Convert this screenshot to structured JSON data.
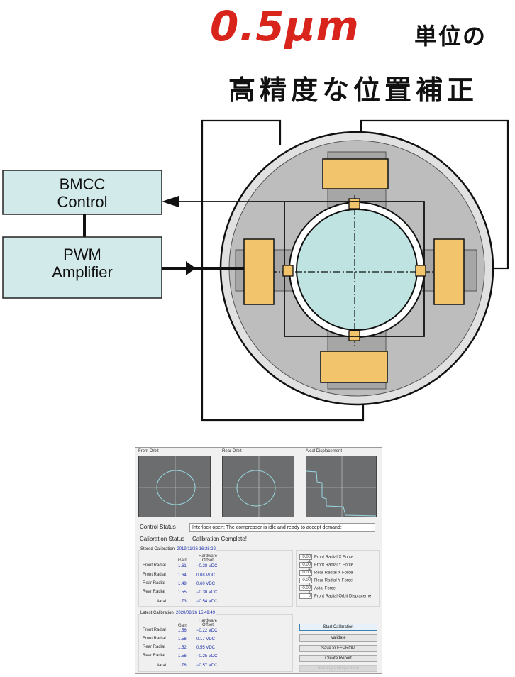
{
  "headline": {
    "big": "0.5μm",
    "suffix": "単位の",
    "sub": "高精度な位置補正"
  },
  "diagram": {
    "bmcc": [
      "BMCC",
      "Control"
    ],
    "pwm": [
      "PWM",
      "Amplifier"
    ]
  },
  "panel": {
    "plots": {
      "front": "Front Orbit",
      "rear": "Rear Orbit",
      "axial": "Axial Displacement"
    },
    "control_status_label": "Control Status",
    "control_status_value": "Interlock open; The compressor is idle and ready to accept demand;",
    "calibration_status_label": "Calibration Status",
    "calibration_status_value": "Calibration Complete!",
    "stored": {
      "title": "Stored Calibration",
      "date": "2019/11/26 16:28:22",
      "gain_header": "Gain",
      "offset_header": [
        "Hardware",
        "Offset"
      ],
      "rows": [
        {
          "label": "Front Radial",
          "gain": "1.61",
          "offset": "−0.28 VDC"
        },
        {
          "label": "Front Radial",
          "gain": "1.64",
          "offset": "0.08 VDC"
        },
        {
          "label": "Rear Radial",
          "gain": "1.49",
          "offset": "0.60 VDC"
        },
        {
          "label": "Rear Radial",
          "gain": "1.55",
          "offset": "−0.30 VDC"
        },
        {
          "label": "Axial",
          "gain": "1.73",
          "offset": "−0.54 VDC"
        }
      ]
    },
    "latest": {
      "title": "Latest Calibration",
      "date": "2020/08/26 15:49:49",
      "gain_header": "Gain",
      "offset_header": [
        "Hardware",
        "Offset"
      ],
      "rows": [
        {
          "label": "Front Radial",
          "gain": "1.56",
          "offset": "−0.22 VDC"
        },
        {
          "label": "Front Radial",
          "gain": "1.56",
          "offset": "0.17 VDC"
        },
        {
          "label": "Rear Radial",
          "gain": "1.52",
          "offset": "0.55 VDC"
        },
        {
          "label": "Rear Radial",
          "gain": "1.56",
          "offset": "−0.25 VDC"
        },
        {
          "label": "Axial",
          "gain": "1.78",
          "offset": "−0.57 VDC"
        }
      ]
    },
    "forces": [
      {
        "value": "0.00 A",
        "label": "Front Radial X Force"
      },
      {
        "value": "0.00 A",
        "label": "Front Radial Y Force"
      },
      {
        "value": "0.00 A",
        "label": "Rear Radial X Force"
      },
      {
        "value": "0.00 A",
        "label": "Rear Radial Y Force"
      },
      {
        "value": "0.00 A",
        "label": "Axial Force"
      },
      {
        "value": "0",
        "label": "Front Radial Orbit Displaceme"
      }
    ],
    "buttons": {
      "start": "Start Calibration",
      "validate": "Validate",
      "save": "Save to EEPROM",
      "report": "Create Report",
      "bearing": "Bearing Configuration"
    }
  },
  "colors": {
    "accent_red": "#d9241b",
    "box_fill": "#d3eaea",
    "magnet": "#f2c46b",
    "rotor": "#bfe3e1"
  }
}
